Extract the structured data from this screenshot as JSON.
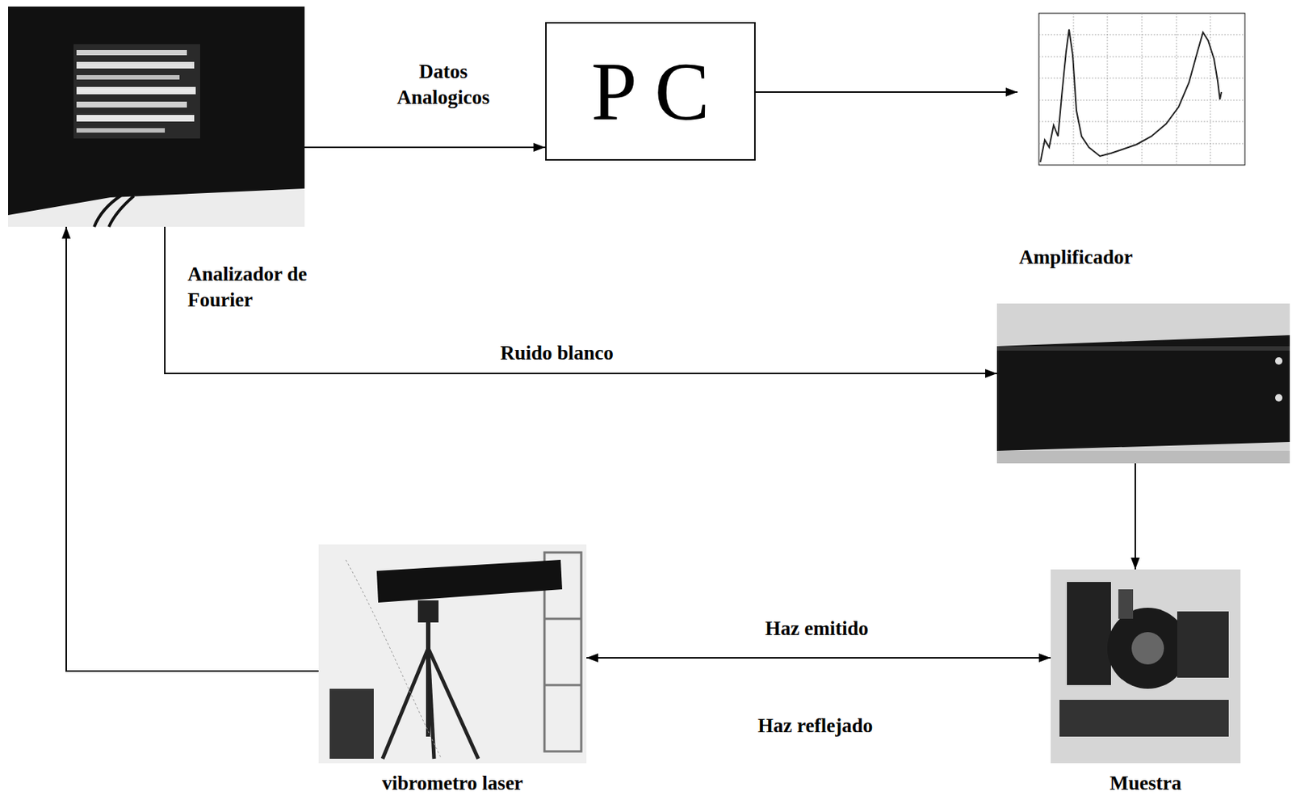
{
  "diagram": {
    "nodes": [
      {
        "text": [
          "Analizador de Fourier"
        ]
      },
      {
        "text": [
          "P C"
        ]
      },
      {
        "text": []
      },
      {
        "text": [
          "Amplificador"
        ]
      },
      {
        "text": [
          "vibrometro laser"
        ]
      },
      {
        "text": [
          "Muestra"
        ]
      }
    ],
    "edges": [
      {
        "from": 0,
        "to": 1,
        "arrow": "to",
        "label": "Datos Analogicos"
      },
      {
        "from": 1,
        "to": 2,
        "arrow": "to"
      },
      {
        "from": 0,
        "to": 3,
        "arrow": "to",
        "label": "Ruido blanco"
      },
      {
        "from": 3,
        "to": 5,
        "arrow": "to"
      },
      {
        "from": 4,
        "to": 5,
        "arrow": "both",
        "label": "Haz emitido"
      },
      {
        "from": 4,
        "to": 0,
        "arrow": "to"
      }
    ],
    "labels": [
      "Haz reflejado"
    ]
  }
}
